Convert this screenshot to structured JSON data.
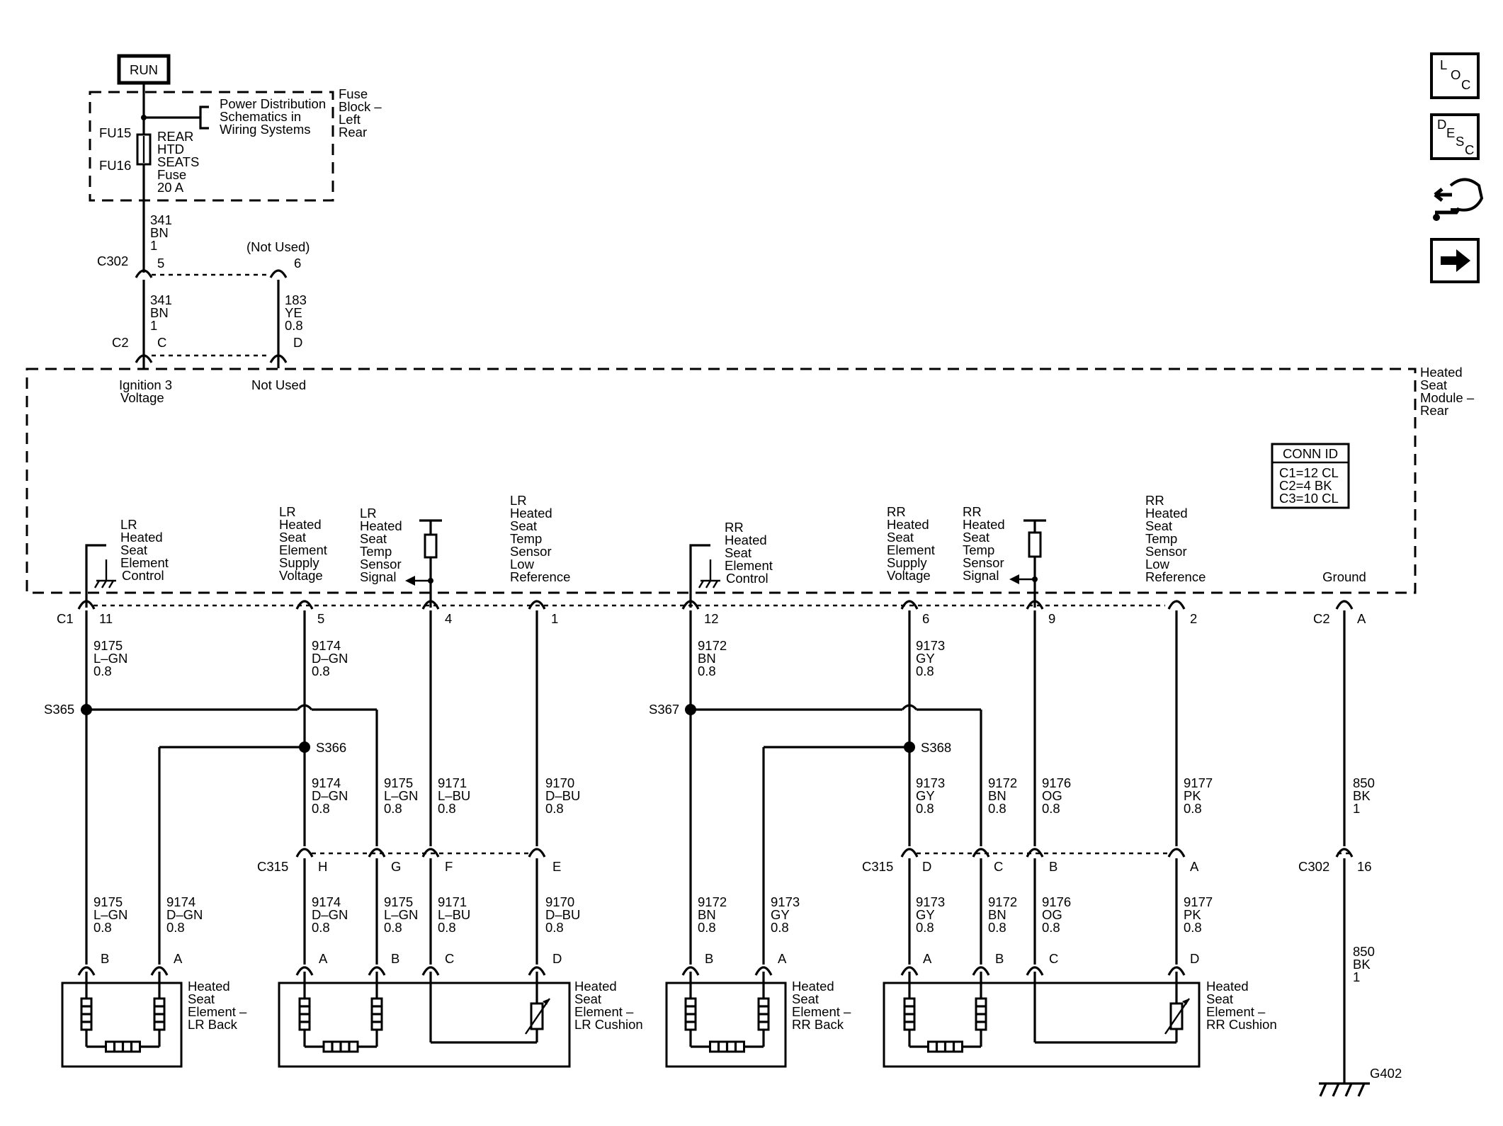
{
  "power": {
    "run": "RUN",
    "fu15": "FU15",
    "fu16": "FU16",
    "fuse": [
      "REAR",
      "HTD",
      "SEATS",
      "Fuse",
      "20 A"
    ],
    "pds": [
      "Power Distribution",
      "Schematics in",
      "Wiring Systems"
    ],
    "fuse_block": [
      "Fuse",
      "Block –",
      "Left",
      "Rear"
    ]
  },
  "c302_top": {
    "conn": "C302",
    "pin5": "5",
    "pin6": "6",
    "not_used": "(Not Used)",
    "w341a": [
      "341",
      "BN",
      "1"
    ],
    "w341b": [
      "341",
      "BN",
      "1"
    ],
    "w183": [
      "183",
      "YE",
      "0.8"
    ]
  },
  "c2_top": {
    "conn": "C2",
    "pinC": "C",
    "pinD": "D",
    "ign": [
      "Ignition 3",
      "Voltage"
    ],
    "not_used": "Not Used"
  },
  "module": {
    "name": [
      "Heated",
      "Seat",
      "Module –",
      "Rear"
    ],
    "conn_id_title": "CONN ID",
    "conn_id": [
      "C1=12 CL",
      "C2=4 BK",
      "C3=10 CL"
    ]
  },
  "pins": {
    "c1": "C1",
    "c2": "C2",
    "p11": "11",
    "p5": "5",
    "p4": "4",
    "p1": "1",
    "p12": "12",
    "p6": "6",
    "p9": "9",
    "p2": "2",
    "pA": "A",
    "ground": "Ground"
  },
  "pin_labels": {
    "lr_ctrl": [
      "LR",
      "Heated",
      "Seat",
      "Element",
      "Control"
    ],
    "lr_supply": [
      "LR",
      "Heated",
      "Seat",
      "Element",
      "Supply",
      "Voltage"
    ],
    "lr_signal": [
      "LR",
      "Heated",
      "Seat",
      "Temp",
      "Sensor",
      "Signal"
    ],
    "lr_lowref": [
      "LR",
      "Heated",
      "Seat",
      "Temp",
      "Sensor",
      "Low",
      "Reference"
    ],
    "rr_ctrl": [
      "RR",
      "Heated",
      "Seat",
      "Element",
      "Control"
    ],
    "rr_supply": [
      "RR",
      "Heated",
      "Seat",
      "Element",
      "Supply",
      "Voltage"
    ],
    "rr_signal": [
      "RR",
      "Heated",
      "Seat",
      "Temp",
      "Sensor",
      "Signal"
    ],
    "rr_lowref": [
      "RR",
      "Heated",
      "Seat",
      "Temp",
      "Sensor",
      "Low",
      "Reference"
    ]
  },
  "wires_upper": {
    "w9175": [
      "9175",
      "L–GN",
      "0.8"
    ],
    "w9174": [
      "9174",
      "D–GN",
      "0.8"
    ],
    "w9172": [
      "9172",
      "BN",
      "0.8"
    ],
    "w9173": [
      "9173",
      "GY",
      "0.8"
    ],
    "w850": [
      "850",
      "BK",
      "1"
    ]
  },
  "splices": {
    "s365": "S365",
    "s366": "S366",
    "s367": "S367",
    "s368": "S368"
  },
  "wires_mid": {
    "l1": [
      "9174",
      "D–GN",
      "0.8"
    ],
    "l2": [
      "9175",
      "L–GN",
      "0.8"
    ],
    "l3": [
      "9171",
      "L–BU",
      "0.8"
    ],
    "l4": [
      "9170",
      "D–BU",
      "0.8"
    ],
    "r1": [
      "9173",
      "GY",
      "0.8"
    ],
    "r2": [
      "9172",
      "BN",
      "0.8"
    ],
    "r3": [
      "9176",
      "OG",
      "0.8"
    ],
    "r4": [
      "9177",
      "PK",
      "0.8"
    ]
  },
  "c315": {
    "conn_l": "C315",
    "conn_r": "C315",
    "lH": "H",
    "lG": "G",
    "lF": "F",
    "lE": "E",
    "rD": "D",
    "rC": "C",
    "rB": "B",
    "rA": "A"
  },
  "c302_bot": {
    "conn": "C302",
    "pin16": "16",
    "w850b": [
      "850",
      "BK",
      "1"
    ],
    "g402": "G402"
  },
  "wires_lower": {
    "a1": [
      "9175",
      "L–GN",
      "0.8"
    ],
    "a2": [
      "9174",
      "D–GN",
      "0.8"
    ],
    "b1": [
      "9174",
      "D–GN",
      "0.8"
    ],
    "b2": [
      "9175",
      "L–GN",
      "0.8"
    ],
    "b3": [
      "9171",
      "L–BU",
      "0.8"
    ],
    "b4": [
      "9170",
      "D–BU",
      "0.8"
    ],
    "c1": [
      "9172",
      "BN",
      "0.8"
    ],
    "c2": [
      "9173",
      "GY",
      "0.8"
    ],
    "d1": [
      "9173",
      "GY",
      "0.8"
    ],
    "d2": [
      "9172",
      "BN",
      "0.8"
    ],
    "d3": [
      "9176",
      "OG",
      "0.8"
    ],
    "d4": [
      "9177",
      "PK",
      "0.8"
    ]
  },
  "components": {
    "lr_back": [
      "Heated",
      "Seat",
      "Element –",
      "LR Back"
    ],
    "lr_cush": [
      "Heated",
      "Seat",
      "Element –",
      "LR Cushion"
    ],
    "rr_back": [
      "Heated",
      "Seat",
      "Element –",
      "RR Back"
    ],
    "rr_cush": [
      "Heated",
      "Seat",
      "Element –",
      "RR Cushion"
    ],
    "pins_lr_back": [
      "B",
      "A"
    ],
    "pins_lr_cush": [
      "A",
      "B",
      "C",
      "D"
    ],
    "pins_rr_back": [
      "B",
      "A"
    ],
    "pins_rr_cush": [
      "A",
      "B",
      "C",
      "D"
    ]
  },
  "side_icons": {
    "loc": [
      "L",
      "O",
      "C"
    ],
    "desc": [
      "D",
      "E",
      "S",
      "C"
    ],
    "icon_names": [
      "connector-icon",
      "arrow-right-icon"
    ]
  }
}
